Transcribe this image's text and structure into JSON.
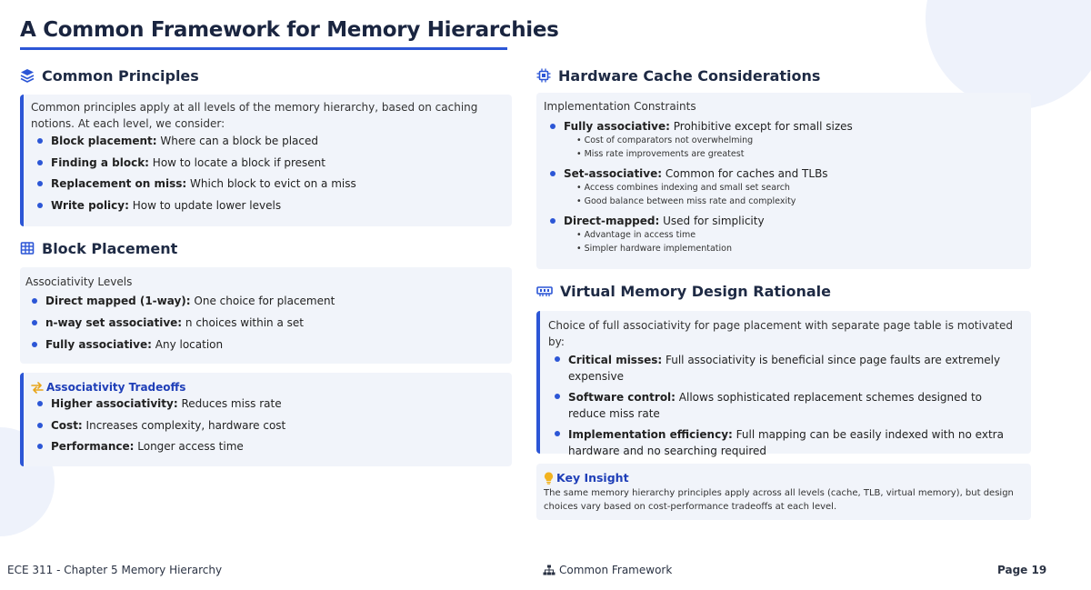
{
  "title": "A Common Framework for Memory Hierarchies",
  "colors": {
    "accent": "#2c56d6",
    "panel": "#f1f4fa",
    "heading": "#1e2a44"
  },
  "common_principles": {
    "heading": "Common Principles",
    "icon": "layers-icon",
    "intro": "Common principles apply at all levels of the memory hierarchy, based on caching notions. At each level, we consider:",
    "items": [
      {
        "term": "Block placement:",
        "text": " Where can a block be placed"
      },
      {
        "term": "Finding a block:",
        "text": " How to locate a block if present"
      },
      {
        "term": "Replacement on miss:",
        "text": " Which block to evict on a miss"
      },
      {
        "term": "Write policy:",
        "text": " How to update lower levels"
      }
    ]
  },
  "block_placement": {
    "heading": "Block Placement",
    "icon": "table-icon",
    "subtitle": "Associativity Levels",
    "items": [
      {
        "term": "Direct mapped (1-way):",
        "text": " One choice for placement"
      },
      {
        "term": "n-way set associative:",
        "text": " n choices within a set"
      },
      {
        "term": "Fully associative:",
        "text": " Any location"
      }
    ],
    "tradeoffs": {
      "heading": "Associativity Tradeoffs",
      "icon": "swap-arrows-icon",
      "items": [
        {
          "term": "Higher associativity:",
          "text": " Reduces miss rate"
        },
        {
          "term": "Cost:",
          "text": " Increases complexity, hardware cost"
        },
        {
          "term": "Performance:",
          "text": " Longer access time"
        }
      ]
    }
  },
  "hardware_cache": {
    "heading": "Hardware Cache Considerations",
    "icon": "chip-icon",
    "subtitle": "Implementation Constraints",
    "items": [
      {
        "term": "Fully associative:",
        "text": " Prohibitive except for small sizes",
        "subs": [
          "Cost of comparators not overwhelming",
          "Miss rate improvements are greatest"
        ]
      },
      {
        "term": "Set-associative:",
        "text": " Common for caches and TLBs",
        "subs": [
          "Access combines indexing and small set search",
          "Good balance between miss rate and complexity"
        ]
      },
      {
        "term": "Direct-mapped:",
        "text": " Used for simplicity",
        "subs": [
          "Advantage in access time",
          "Simpler hardware implementation"
        ]
      }
    ]
  },
  "virtual_memory": {
    "heading": "Virtual Memory Design Rationale",
    "icon": "memory-icon",
    "intro": "Choice of full associativity for page placement with separate page table is motivated by:",
    "items": [
      {
        "term": "Critical misses:",
        "text": " Full associativity is beneficial since page faults are extremely expensive"
      },
      {
        "term": "Software control:",
        "text": " Allows sophisticated replacement schemes designed to reduce miss rate"
      },
      {
        "term": "Implementation efficiency:",
        "text": " Full mapping can be easily indexed with no extra hardware and no searching required"
      }
    ]
  },
  "key_insight": {
    "heading": "Key Insight",
    "icon": "lightbulb-icon",
    "text": "The same memory hierarchy principles apply across all levels (cache, TLB, virtual memory), but design choices vary based on cost-performance tradeoffs at each level."
  },
  "footer": {
    "left": "ECE 311 - Chapter 5 Memory Hierarchy",
    "middle": "Common Framework",
    "middle_icon": "sitemap-icon",
    "right": "Page 19"
  }
}
